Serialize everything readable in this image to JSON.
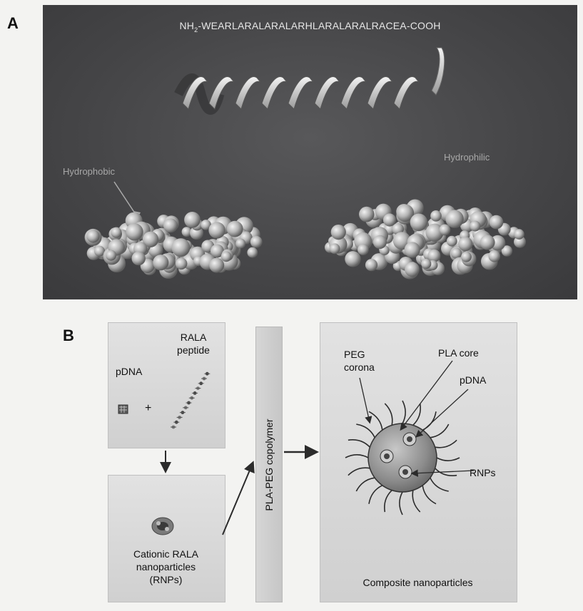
{
  "panel_a": {
    "letter": "A",
    "sequence_prefix": "NH",
    "sequence_subscript": "2",
    "sequence_rest": "-WEARLARALARALARHLARALARALRACEA-COOH",
    "hydrophobic_label": "Hydrophobic",
    "hydrophilic_label": "Hydrophilic"
  },
  "panel_b": {
    "letter": "B",
    "pdna_label": "pDNA",
    "rala_line1": "RALA",
    "rala_line2": "peptide",
    "plus_sign": "+",
    "rnp_line1": "Cationic RALA",
    "rnp_line2": "nanoparticles",
    "rnp_line3": "(RNPs)",
    "copolymer_label": "PLA-PEG copolymer",
    "peg_line1": "PEG",
    "peg_line2": "corona",
    "pla_core_label": "PLA core",
    "pdna_core_label": "pDNA",
    "rnps_label": "RNPs",
    "composite_label": "Composite nanoparticles"
  }
}
